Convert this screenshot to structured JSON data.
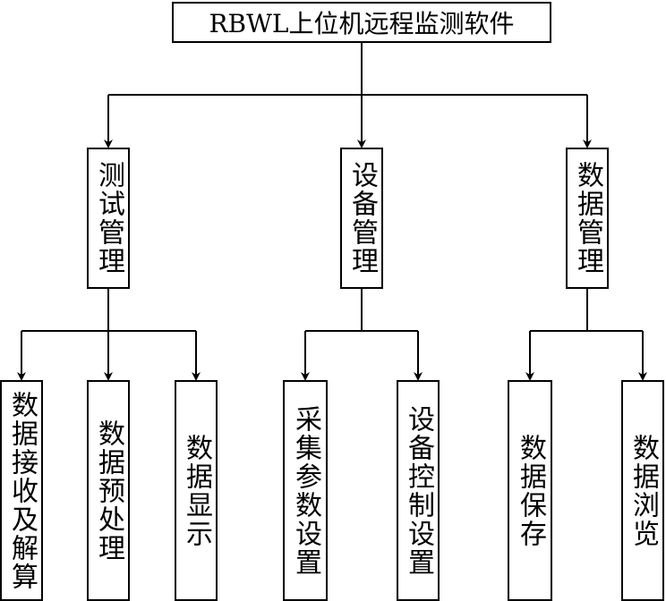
{
  "root": {
    "label": "RBWL上位机远程监测软件"
  },
  "modules": [
    {
      "label": "测试管理",
      "children": [
        {
          "label": "数据接收及解算"
        },
        {
          "label": "数据预处理"
        },
        {
          "label": "数据显示"
        }
      ]
    },
    {
      "label": "设备管理",
      "children": [
        {
          "label": "采集参数设置"
        },
        {
          "label": "设备控制设置"
        }
      ]
    },
    {
      "label": "数据管理",
      "children": [
        {
          "label": "数据保存"
        },
        {
          "label": "数据浏览"
        }
      ]
    }
  ]
}
